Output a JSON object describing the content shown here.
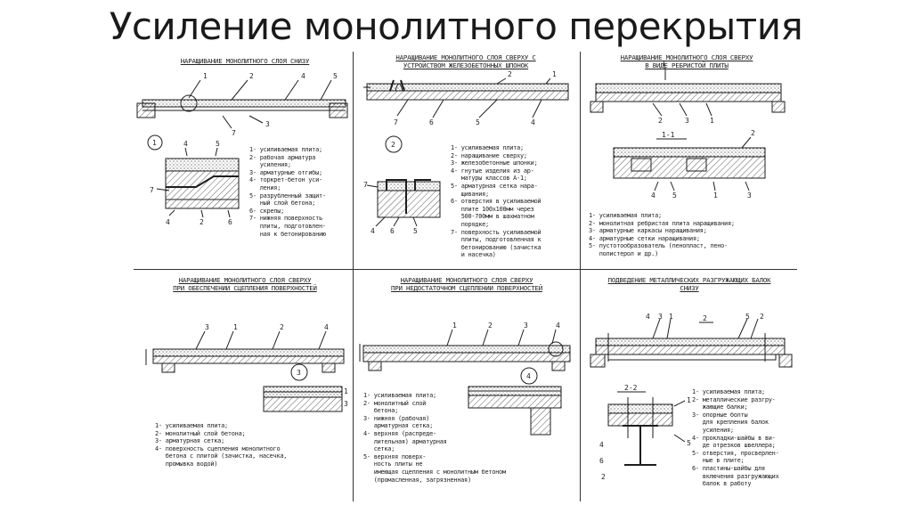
{
  "title": "Усиление монолитного перекрытия",
  "panels": {
    "p1": {
      "caption": "НАРАЩИВАНИЕ МОНОЛИТНОГО СЛОЯ СНИЗУ",
      "badge": "1",
      "legend": [
        "1- усиливаемая плита;",
        "2- рабочая арматура",
        "   усиления;",
        "3- арматурные отгибы;",
        "4- торкрет-бетон уси-",
        "   ления;",
        "5- разрубленный защит-",
        "   ный слой бетона;",
        "6- скрепы;",
        "7- нижняя поверхность",
        "   плиты, подготовлен-",
        "   ная к бетонированию"
      ]
    },
    "p2": {
      "caption": "НАРАЩИВАНИЕ МОНОЛИТНОГО СЛОЯ СВЕРХУ С\nУСТРОЙСТВОМ ЖЕЛЕЗОБЕТОННЫХ ШПОНОК",
      "badge": "2",
      "legend": [
        "1- усиливаемая плита;",
        "2- наращивание сверху;",
        "3- железобетонные шпонки;",
        "4- гнутые изделия из ар-",
        "   матуры классов А-1;",
        "5- арматурная сетка нара-",
        "   щивания;",
        "6- отверстия в усиливаемой",
        "   плите 100х100мм через",
        "   500-700мм в шахматном",
        "   порядке;",
        "7- поверхность усиливаемой",
        "   плиты, подготовленная к",
        "   бетонированию (зачистка",
        "   и насечка)"
      ]
    },
    "p3": {
      "caption": "НАРАЩИВАНИЕ МОНОЛИТНОГО СЛОЯ СВЕРХУ\nВ ВИДЕ РЕБРИСТОЙ ПЛИТЫ",
      "section": "1-1",
      "legend": [
        "1- усиливаемая плита;",
        "2- монолитная ребристая плита наращивания;",
        "3- арматурные каркасы наращивания;",
        "4- арматурные сетки наращивания;",
        "5- пустотообразователь (пенопласт, пено-",
        "   полистерол и др.)"
      ]
    },
    "p4": {
      "caption": "НАРАЩИВАНИЕ МОНОЛИТНОГО СЛОЯ СВЕРХУ\nПРИ ОБЕСПЕЧЕНИИ СЦЕПЛЕНИЯ ПОВЕРХНОСТЕЙ",
      "badge": "3",
      "legend": [
        "1- усиливаемая плита;",
        "2- монолитный слой бетона;",
        "3- арматурная сетка;",
        "4- поверхность сцепления монолитного",
        "   бетона с плитой (зачистка, насечка,",
        "   промывка водой)"
      ]
    },
    "p5": {
      "caption": "НАРАЩИВАНИЕ МОНОЛИТНОГО СЛОЯ СВЕРХУ\nПРИ НЕДОСТАТОЧНОМ СЦЕПЛЕНИИ ПОВЕРХНОСТЕЙ",
      "badge": "4",
      "legend": [
        "1- усиливаемая плита;",
        "2- монолитный слой",
        "   бетона;",
        "3- нижняя (рабочая)",
        "   арматурная сетка;",
        "4- верхняя (распреде-",
        "   лительная) арматурная",
        "   сетка;",
        "5- верхняя поверх-",
        "   ность плиты не",
        "   имеющая сцепления с монолитным бетоном",
        "   (промасленная, загрязненная)"
      ]
    },
    "p6": {
      "caption": "ПОДВЕДЕНИЕ МЕТАЛЛИЧЕСКИХ РАЗГРУЖАЮЩИХ БАЛОК\nСНИЗУ",
      "section": "2-2",
      "legend": [
        "1- усиливаемая плита;",
        "2- металлические разгру-",
        "   жающие балки;",
        "3- опорные болты",
        "   для крепления балок",
        "   усиления;",
        "4- прокладки-шайбы в ви-",
        "   де отрезков швеллера;",
        "5- отверстия, просверлен-",
        "   ные в плите;",
        "6- пластины-шайбы для",
        "   включения разгружающих",
        "   балок в работу"
      ]
    }
  },
  "callouts": [
    "1",
    "2",
    "3",
    "4",
    "5",
    "6",
    "7"
  ]
}
